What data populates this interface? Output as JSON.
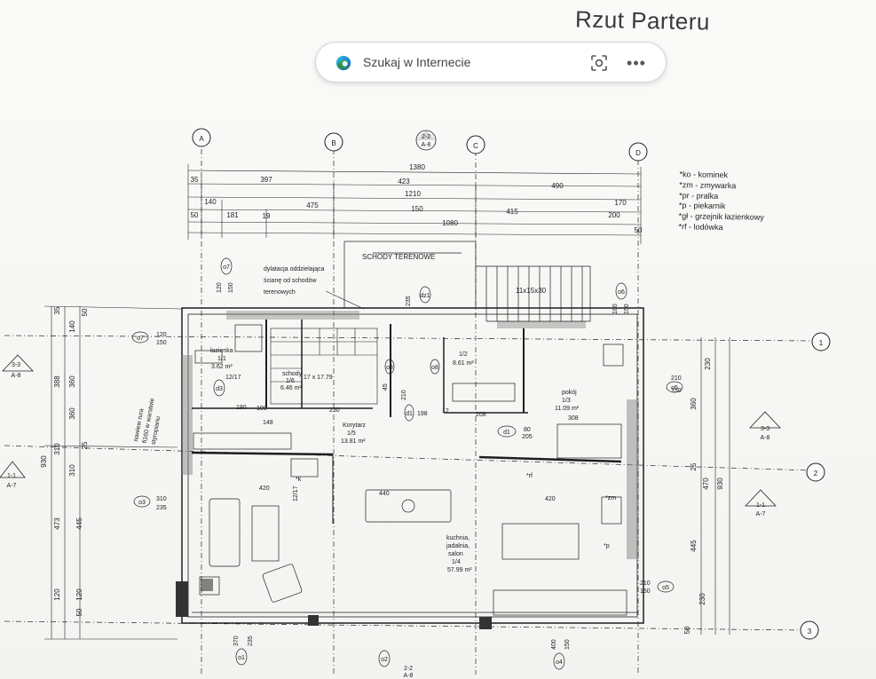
{
  "title": "Rzut Parteru",
  "search": {
    "placeholder": "Szukaj w Internecie",
    "icons": [
      "edge-logo-icon",
      "visual-search-icon",
      "more-options-icon"
    ]
  },
  "legend": [
    "*ko - kominek",
    "*zm - zmywarka",
    "*pr - pralka",
    "*p - piekarnik",
    "*gł - grzejnik łazienkowy",
    "*rf - lodówka"
  ],
  "axes": {
    "columns": [
      "A",
      "B",
      "C",
      "D"
    ],
    "rows": [
      "1",
      "2",
      "3"
    ],
    "section_2_2": "2-2",
    "section_ref_a8": "A-8",
    "section_3_3": "3-3",
    "section_1_1": "1-1",
    "section_ref_a7": "A-7"
  },
  "top_dimensions": {
    "row1": [
      "1380"
    ],
    "row2": [
      "35",
      "397",
      "423",
      "490"
    ],
    "row3": [
      "1210"
    ],
    "row4": [
      "140",
      "475",
      "150",
      "170"
    ],
    "row5": [
      "50",
      "181",
      "19",
      "415",
      "200",
      "50"
    ],
    "row6": [
      "1080",
      "50"
    ]
  },
  "left_dimensions": [
    "930",
    "388",
    "360",
    "310",
    "473",
    "445",
    "140",
    "35",
    "50",
    "120",
    "360",
    "25",
    "310",
    "120",
    "50"
  ],
  "right_dimensions": [
    "230",
    "360",
    "930",
    "470",
    "445",
    "230",
    "25",
    "50"
  ],
  "annotations": {
    "stairs_label": "SCHODY TERENOWE",
    "dilatation": [
      "dylatacja oddzielająca",
      "ścianę od schodów",
      "terenowych"
    ],
    "stair_size": "11x15x30",
    "pipe_note": [
      "nawiew rura",
      "fi160 w warstwie",
      "styropianu"
    ],
    "corridor_label": "Korytarz",
    "corridor_num": "1/5",
    "corridor_area": "13.81 m²",
    "bath_label": "łazienka",
    "bath_num": "1/1",
    "bath_area": "3.62 m²",
    "stairs_room": "schody",
    "stairs_num": "1/6",
    "stairs_area": "6.46 m²",
    "stairs_size": "17 x 17.79",
    "room2_num": "1/2",
    "room2_area": "8.61 m²",
    "room3_label": "pokój",
    "room3_num": "1/3",
    "room3_area": "11.09 m²",
    "kitchen_label": [
      "kuchnia,",
      "jadalnia,",
      "salon"
    ],
    "kitchen_num": "1/4",
    "kitchen_area": "57.99 m²",
    "rf": "*rf",
    "ko": "*k",
    "zm": "*zm",
    "p": "*p"
  },
  "openings": [
    "o7",
    "o7",
    "o8",
    "o8",
    "d3",
    "d1",
    "d1",
    "o5",
    "o5",
    "o3",
    "o1",
    "o2",
    "o4",
    "o6",
    "dz1"
  ],
  "interior_dims": [
    "120",
    "150",
    "235",
    "440",
    "420",
    "420",
    "308",
    "208",
    "198",
    "230",
    "148",
    "180",
    "210",
    "80",
    "205",
    "45",
    "12",
    "12/17",
    "12/17",
    "100",
    "370",
    "235",
    "400",
    "150",
    "210",
    "150",
    "210",
    "150",
    "180",
    "150",
    "310",
    "235",
    "120",
    "150"
  ],
  "colors": {
    "accent": "#0078d4",
    "line": "#1e1e1e",
    "paper": "#f6f6f4"
  }
}
